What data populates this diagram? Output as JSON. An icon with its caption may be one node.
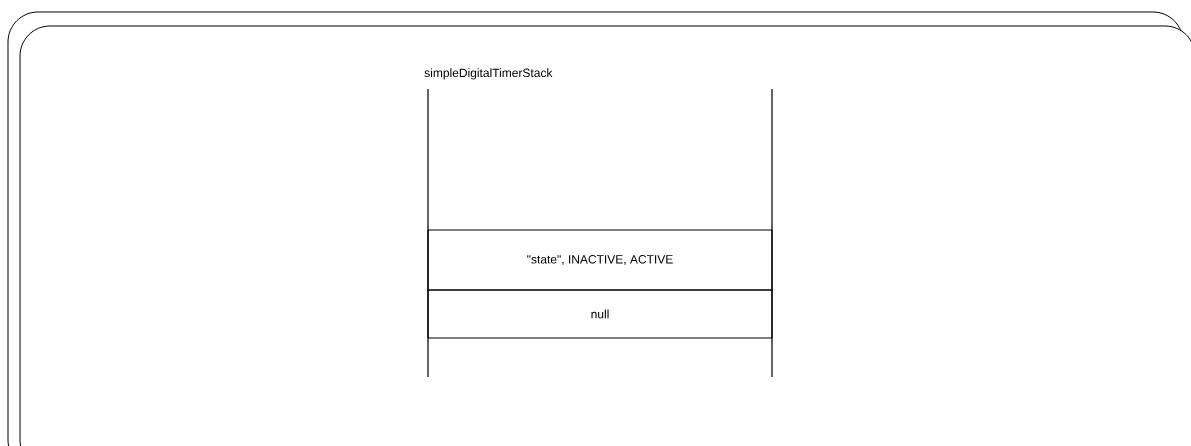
{
  "diagram": {
    "title": "simpleDigitalTimerStack",
    "nodes": [
      {
        "text": [
          "\"state\", INACTIVE, ACTIVE"
        ]
      },
      {
        "text": [
          "null"
        ]
      }
    ],
    "edges": []
  }
}
